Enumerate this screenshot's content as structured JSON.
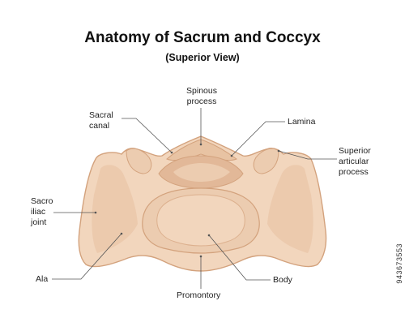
{
  "title": "Anatomy of Sacrum and Coccyx",
  "subtitle": "(Superior View)",
  "labels": {
    "spinous_process": "Spinous\nprocess",
    "sacral_canal": "Sacral\ncanal",
    "lamina": "Lamina",
    "superior_articular_process": "Superior\narticular\nprocess",
    "sacro_iliac_joint": "Sacro\niliac\njoint",
    "ala": "Ala",
    "body": "Body",
    "promontory": "Promontory"
  },
  "watermark": "943673553",
  "colors": {
    "bone_fill": "#f2d6bd",
    "bone_shadow": "#e2b898",
    "bone_outline": "#d3a27d",
    "leader_line": "#555555",
    "text": "#222222"
  }
}
